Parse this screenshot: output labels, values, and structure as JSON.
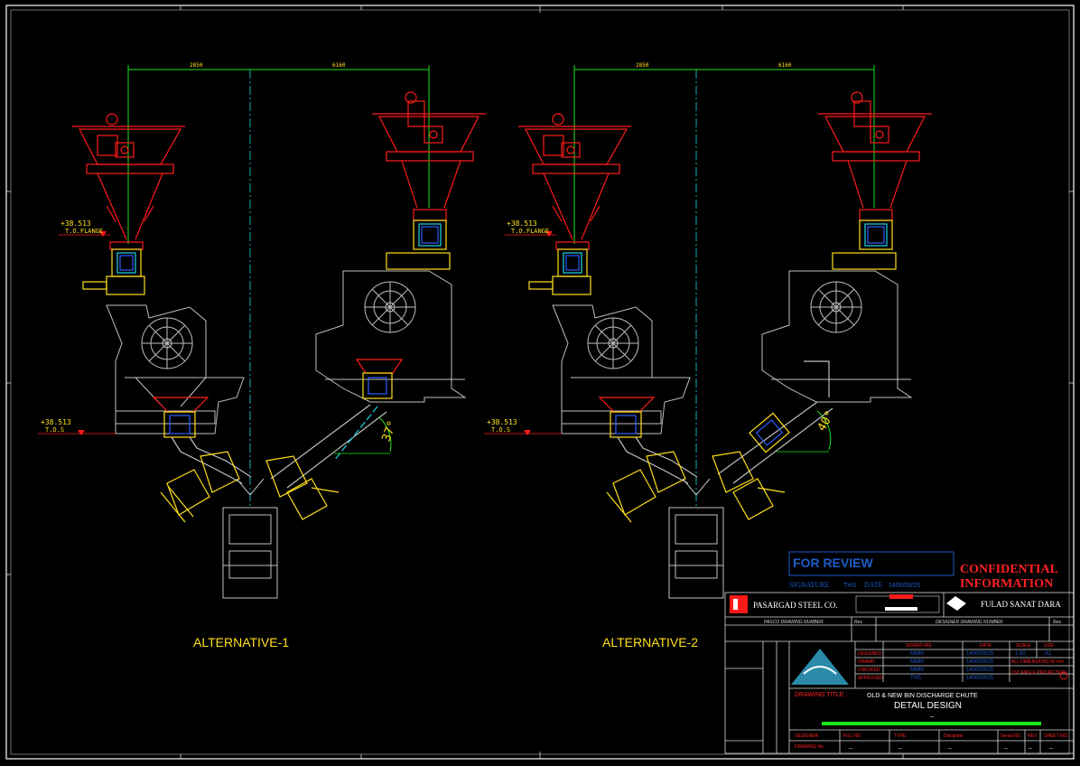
{
  "colors": {
    "background": "#000000",
    "frame": "#d8d8d8",
    "equipment": "#bfbfbf",
    "feeder": "#ff1a1a",
    "chute": "#ffe01a",
    "dimension": "#19e619",
    "centerline": "#19d6e6",
    "title_red": "#ff2222",
    "review": "#1d5cc8"
  },
  "alternatives": [
    {
      "label": "ALTERNATIVE-1",
      "dim_left": "2850",
      "dim_right": "6160",
      "level_flange": "+38.513",
      "level_flange_label": "T.O.FLANGE",
      "level_tos": "+38.513",
      "level_tos_label": "T.O.S",
      "angle": "37°"
    },
    {
      "label": "ALTERNATIVE-2",
      "dim_left": "2850",
      "dim_right": "6160",
      "level_flange": "+38.513",
      "level_flange_label": "T.O.FLANGE",
      "level_tos": "+38.513",
      "level_tos_label": "T.O.S",
      "angle": "40°"
    }
  ],
  "review_stamp": {
    "title": "FOR REVIEW",
    "signature_label": "SIGNATURE",
    "signature": "THS",
    "date_label": "DATE",
    "date": "1400/08/25"
  },
  "confidential": [
    "CONFIDENTIAL",
    "INFORMATION"
  ],
  "title_block": {
    "client": "PASARGAD STEEL CO.",
    "contractor": "FULAD SANAT DARA",
    "client_drawing_number_label": "PASCO DRAWING NUMBER",
    "designer_drawing_number_label": "DESIGNER DRAWING NUMBER",
    "rev_label": "Rev.",
    "approval_headers": [
      "SIGNATURE",
      "DATE",
      "SCALE",
      "SIZE"
    ],
    "approval_rows": [
      {
        "role": "DESIGNED",
        "signature": "MMM",
        "date": "1400/08/25"
      },
      {
        "role": "DRAWN",
        "signature": "MMM",
        "date": "1400/08/25"
      },
      {
        "role": "CHECKED",
        "signature": "MMM",
        "date": "1400/08/25"
      },
      {
        "role": "APPROVED",
        "signature": "THS",
        "date": "1400/08/25"
      }
    ],
    "scale": "1:50",
    "size": "A1",
    "dimensions_note": "ALL DIMENSIONS IN mm",
    "projection_note": "1ST ANGLE PROJECTION",
    "drawing_title_label": "DRAWING TITLE :",
    "drawing_title_line1": "OLD & NEW BIN DISCHARGE CHUTE",
    "drawing_title_line2": "DETAIL DESIGN",
    "drawing_title_line3": "_",
    "bottom_headers": [
      "DESIGNER",
      "FILL NO.",
      "TYPE",
      "Discipline",
      "Serial NO.",
      "REV.",
      "SHEET NO."
    ],
    "bottom_sub": "DRAWING No.",
    "bottom_values": [
      "--",
      "--",
      "--",
      "--",
      "--",
      "--"
    ]
  }
}
